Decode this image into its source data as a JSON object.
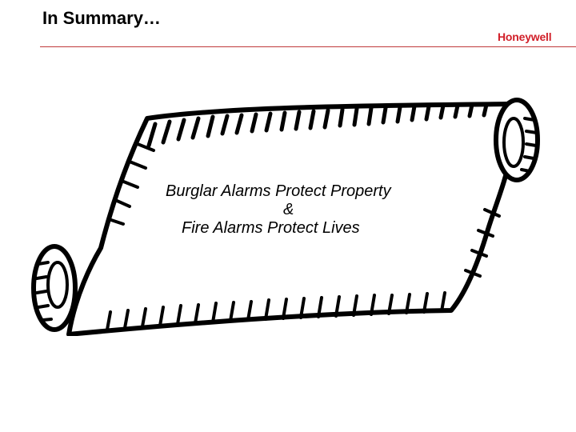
{
  "slide": {
    "title": "In Summary…",
    "logo_text": "Honeywell",
    "brand_color": "#d11f29"
  },
  "scroll": {
    "icon": "scroll-icon",
    "line1": "Burglar Alarms Protect Property",
    "line2": "&",
    "line3": "Fire Alarms Protect Lives"
  }
}
